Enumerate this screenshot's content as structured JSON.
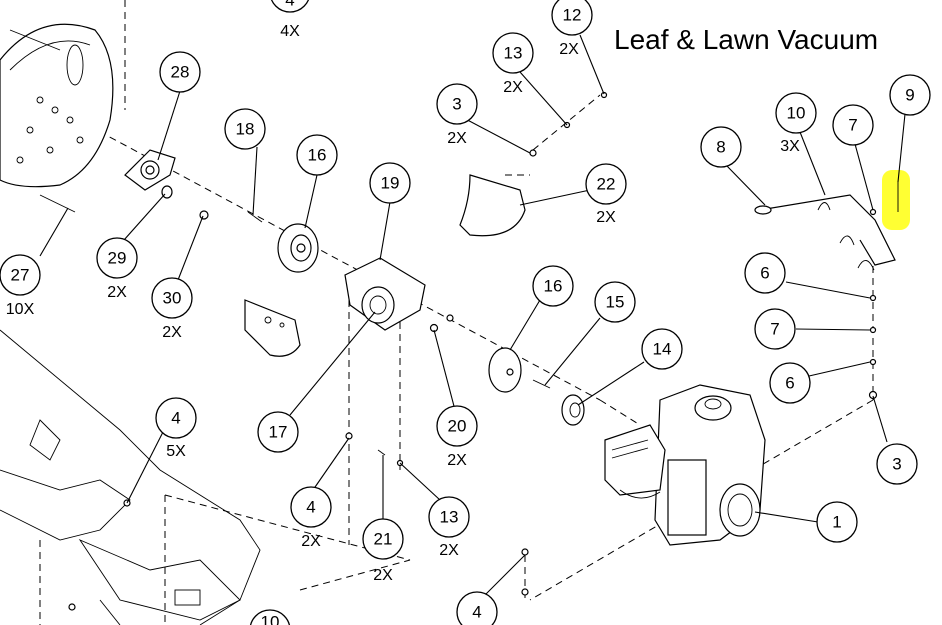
{
  "title": "Leaf & Lawn Vacuum",
  "highlight_color": "#ffff33",
  "callouts": [
    {
      "num": "4",
      "qty": "4X"
    },
    {
      "num": "12",
      "qty": "2X"
    },
    {
      "num": "13",
      "qty": "2X"
    },
    {
      "num": "28",
      "qty": ""
    },
    {
      "num": "3",
      "qty": "2X"
    },
    {
      "num": "18",
      "qty": ""
    },
    {
      "num": "16",
      "qty": ""
    },
    {
      "num": "19",
      "qty": ""
    },
    {
      "num": "22",
      "qty": "2X"
    },
    {
      "num": "10",
      "qty": "3X"
    },
    {
      "num": "7",
      "qty": ""
    },
    {
      "num": "9",
      "qty": ""
    },
    {
      "num": "8",
      "qty": ""
    },
    {
      "num": "27",
      "qty": "10X"
    },
    {
      "num": "29",
      "qty": "2X"
    },
    {
      "num": "30",
      "qty": "2X"
    },
    {
      "num": "6",
      "qty": ""
    },
    {
      "num": "16",
      "qty": ""
    },
    {
      "num": "15",
      "qty": ""
    },
    {
      "num": "7",
      "qty": ""
    },
    {
      "num": "14",
      "qty": ""
    },
    {
      "num": "6",
      "qty": ""
    },
    {
      "num": "4",
      "qty": "5X"
    },
    {
      "num": "17",
      "qty": ""
    },
    {
      "num": "20",
      "qty": "2X"
    },
    {
      "num": "3",
      "qty": ""
    },
    {
      "num": "4",
      "qty": "2X"
    },
    {
      "num": "13",
      "qty": "2X"
    },
    {
      "num": "21",
      "qty": "2X"
    },
    {
      "num": "1",
      "qty": ""
    },
    {
      "num": "4",
      "qty": ""
    },
    {
      "num": "10",
      "qty": ""
    }
  ]
}
